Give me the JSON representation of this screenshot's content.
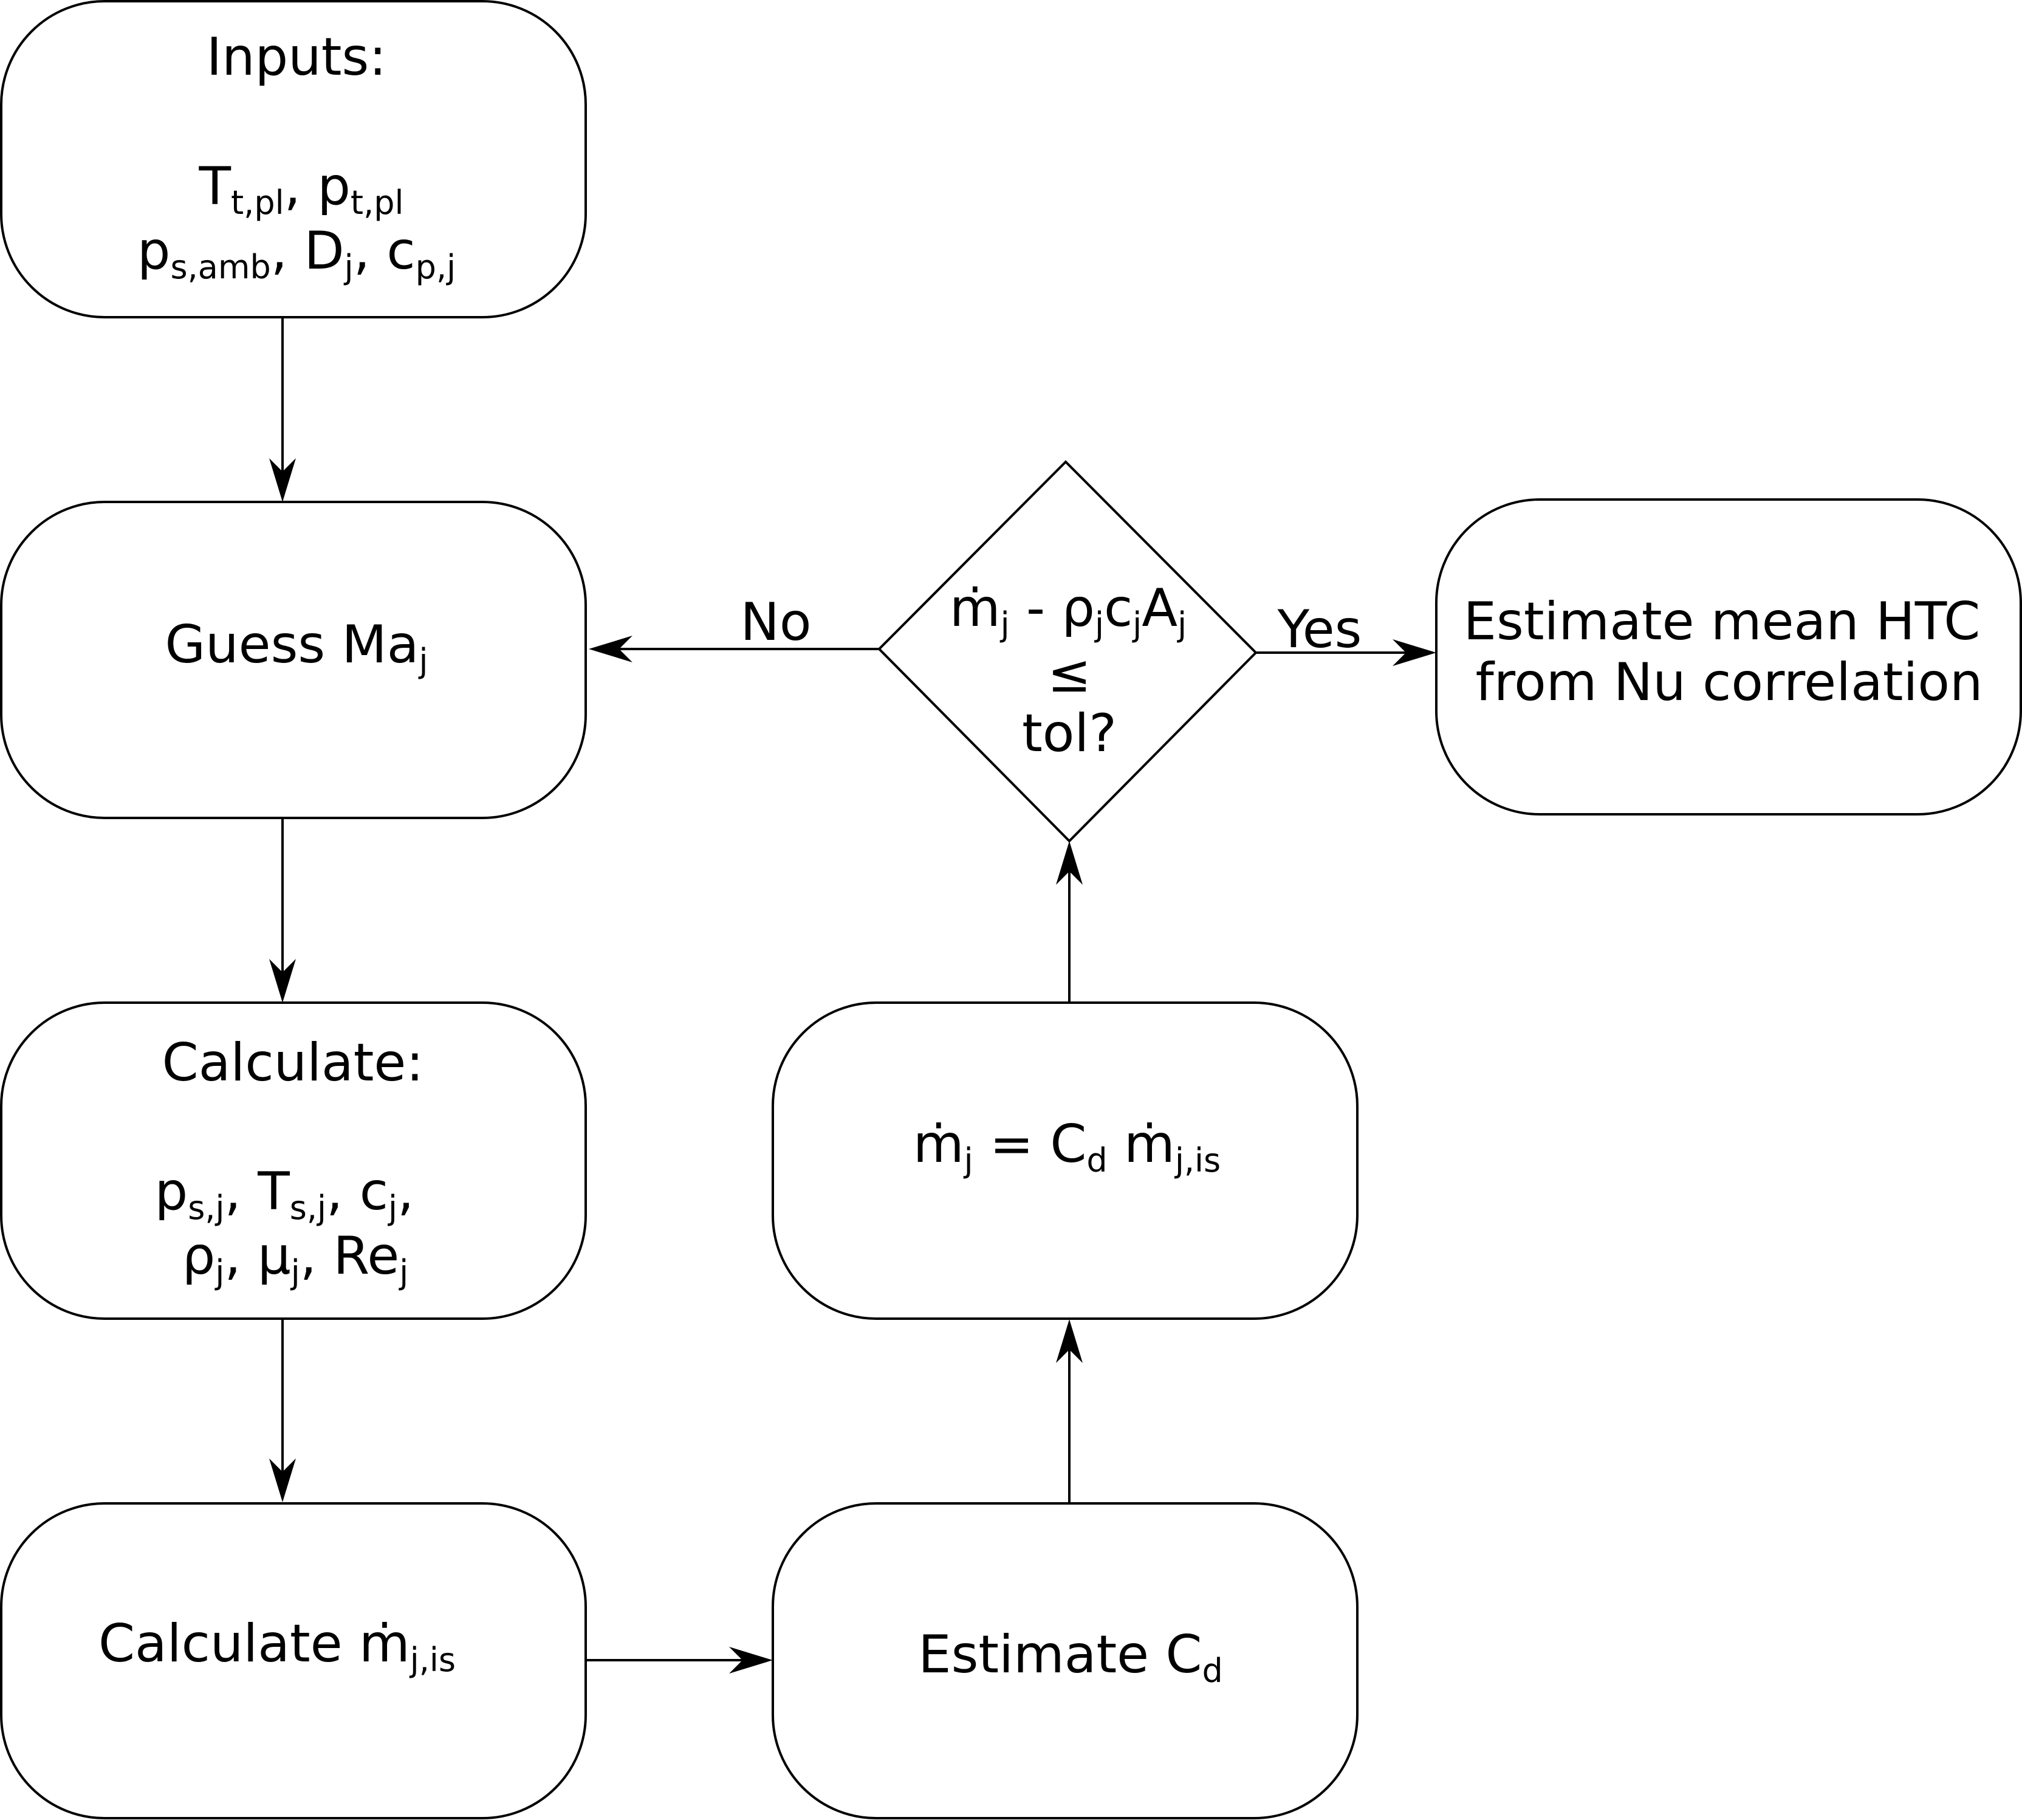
{
  "nodes": {
    "inputs": {
      "title": "Inputs:",
      "t_sym": "T",
      "t_sub": "t,pl",
      "sep1": ", ",
      "p_sym": "p",
      "p_sub": "t,pl",
      "ps_sym": "p",
      "ps_sub": "s,amb",
      "sep2": ", ",
      "d_sym": "D",
      "d_sub": "j",
      "sep3": ", ",
      "cp_sym": "c",
      "cp_sub": "p,j"
    },
    "guess": {
      "text": "Guess Ma",
      "sub": "j"
    },
    "calculate": {
      "title": "Calculate:",
      "ps_sym": "p",
      "ps_sub": "s,j",
      "sep1": ", ",
      "ts_sym": "T",
      "ts_sub": "s,j",
      "sep2": ", ",
      "c_sym": "c",
      "c_sub": "j",
      "sep3": ",",
      "rho_sym": "ρ",
      "rho_sub": "j",
      "sep4": ", ",
      "mu_sym": "μ",
      "mu_sub": "j",
      "sep5": ", ",
      "re_sym": "Re",
      "re_sub": "j"
    },
    "calc_mdot": {
      "text": "Calculate ṁ",
      "sub": "j,is"
    },
    "estimate_cd": {
      "text": "Estimate C",
      "sub": "d"
    },
    "mdot_eq": {
      "m_sym": "ṁ",
      "m_sub": "j",
      "eq": " = C",
      "cd_sub": "d",
      "m2_sym": " ṁ",
      "m2_sub": "j,is"
    },
    "decision": {
      "m_sym": "ṁ",
      "m_sub": "j",
      "minus": " - ρ",
      "rho_sub": "j",
      "c_sym": "c",
      "c_sub": "j",
      "a_sym": "A",
      "a_sub": "j",
      "leq": "≤",
      "tol": "tol?"
    },
    "htc": {
      "line1": "Estimate mean HTC",
      "line2": "from Nu correlation"
    }
  },
  "edges": {
    "no_label": "No",
    "yes_label": "Yes"
  }
}
